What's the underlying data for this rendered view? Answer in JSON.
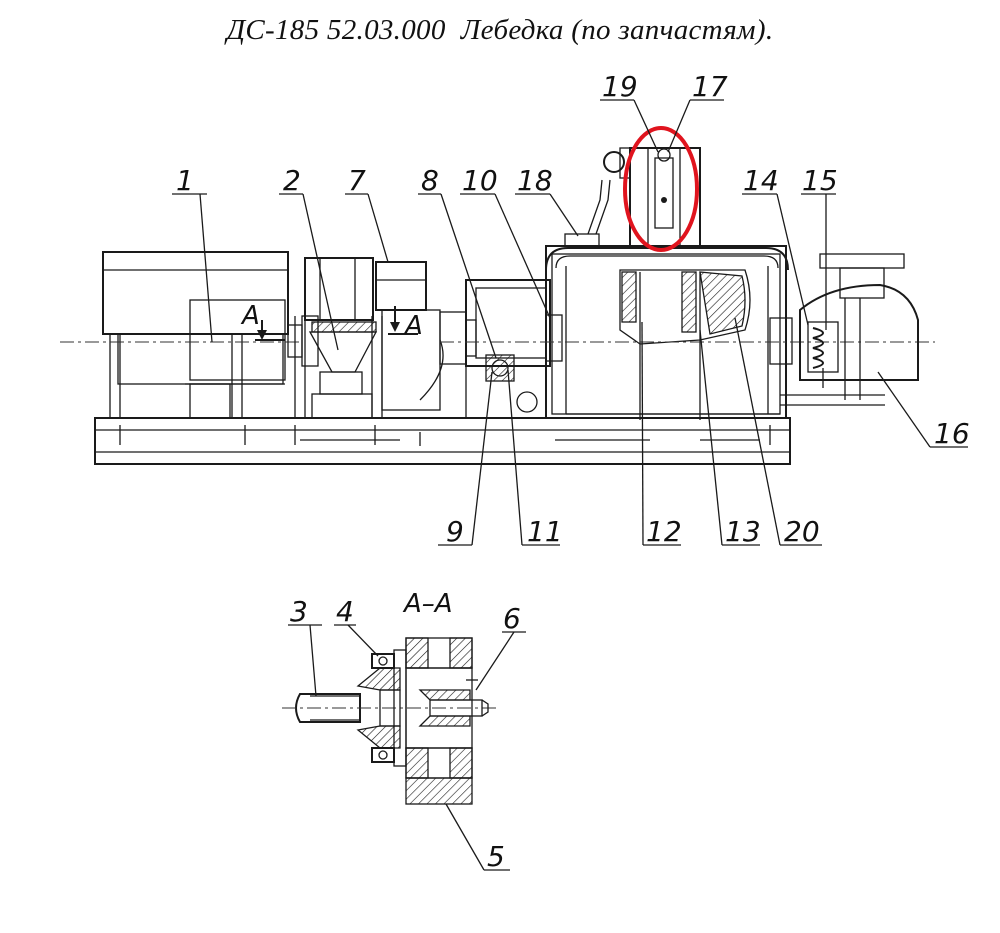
{
  "title": "ДС-185 52.03.000  Лебедка (по запчастям).",
  "section_label": "А–А",
  "section_marks": [
    "А",
    "А"
  ],
  "callouts": {
    "c1": "1",
    "c2": "2",
    "c3": "3",
    "c4": "4",
    "c5": "5",
    "c6": "6",
    "c7": "7",
    "c8": "8",
    "c9": "9",
    "c10": "10",
    "c11": "11",
    "c12": "12",
    "c13": "13",
    "c14": "14",
    "c15": "15",
    "c16": "16",
    "c17": "17",
    "c18": "18",
    "c19": "19",
    "c20": "20"
  },
  "highlight": {
    "target": "17",
    "color": "#e0141e"
  }
}
